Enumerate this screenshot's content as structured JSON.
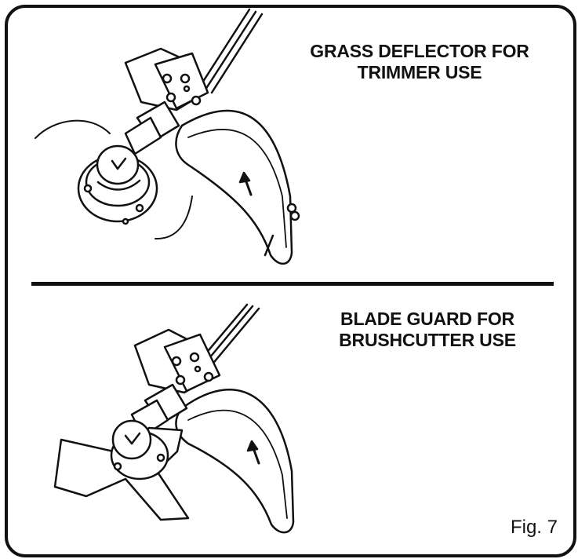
{
  "panels": [
    {
      "caption_line1": "GRASS DEFLECTOR FOR",
      "caption_line2": "TRIMMER USE"
    },
    {
      "caption_line1": "BLADE GUARD FOR",
      "caption_line2": "BRUSHCUTTER USE"
    }
  ],
  "figure_label": "Fig. 7",
  "colors": {
    "ink": "#111111",
    "paper": "#ffffff"
  }
}
